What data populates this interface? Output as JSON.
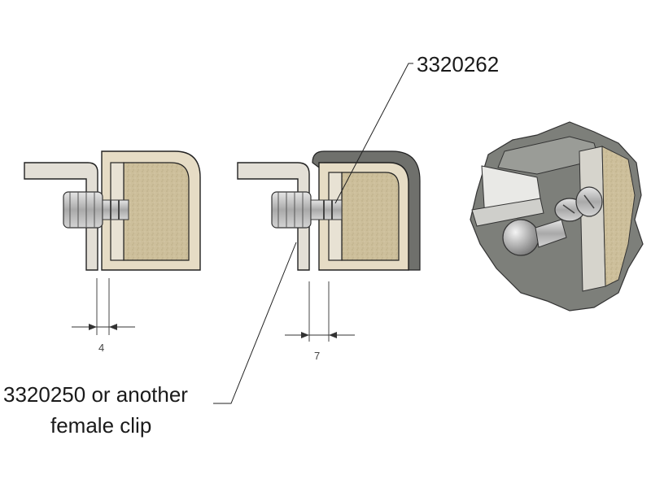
{
  "labels": {
    "top_callout": "3320262",
    "bottom_callout_line1": "3320250 or another",
    "bottom_callout_line2": "female clip"
  },
  "dimensions": {
    "left_gap": "4",
    "middle_gap": "7"
  },
  "colors": {
    "panel_face": "#d9d2c0",
    "panel_core": "#cbbf9c",
    "metal_bracket": "#e3dfd6",
    "metal_dark": "#6f706c",
    "fastener": "#b8b8b8",
    "outline": "#222222"
  }
}
